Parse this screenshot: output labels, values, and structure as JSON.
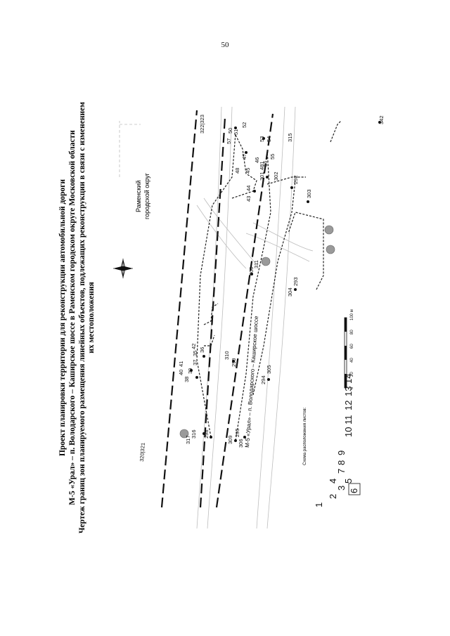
{
  "page_number": "50",
  "title_lines": [
    "Проект планировки территории для реконструкции автомобильной дороги",
    "М-5 «Урал» – п. Володарского – Каширское шоссе в Раменском городском округе Московской области",
    "Чертеж границ зон планируемого размещения линейных объектов, подлежащих реконструкции в связи с изменением",
    "их местоположения"
  ],
  "area_label_1": "Раменский",
  "area_label_2": "городской округ",
  "road_label_1": "М-5 «Урал» – п. Володарского – Каширское шоссе",
  "scale_title": "",
  "scale_ticks": [
    "0",
    "20",
    "40",
    "60",
    "80",
    "100 м"
  ],
  "sheet_layout_title": "Схема расположения листов:",
  "sheet_numbers": [
    "1",
    "2",
    "3",
    "4",
    "5",
    "6",
    "7",
    "8",
    "9",
    "10",
    "11",
    "12",
    "13",
    "14"
  ],
  "point_labels": {
    "p320_321": "320|321",
    "p322_323": "322|323",
    "p315": "315",
    "p50": "50",
    "p51": "51",
    "p52": "52",
    "p53": "53",
    "p54": "54",
    "p55": "55",
    "p56": "56",
    "p57": "57",
    "p46": "46",
    "p47": "47",
    "p48": "48",
    "p45": "45",
    "p44": "44",
    "p43": "43",
    "p301": "301",
    "p481": "481",
    "p302": "302",
    "p292": "292",
    "p303": "303",
    "p342": "342",
    "p300": "300",
    "p311": "311",
    "p304": "304",
    "p293": "293",
    "p310": "310",
    "p299": "299",
    "p36": "36",
    "p42": "42",
    "p35": "35",
    "p37": "37",
    "p41": "41",
    "p40": "40",
    "p39": "39",
    "p38": "38",
    "p294": "294",
    "p305": "305",
    "p316": "316",
    "p317": "317",
    "p298": "298",
    "p309": "309",
    "p295": "295",
    "p306": "306"
  },
  "colors": {
    "ink": "#111111",
    "marker": "#9a9a9a",
    "terrain": "#cfcfcf"
  }
}
